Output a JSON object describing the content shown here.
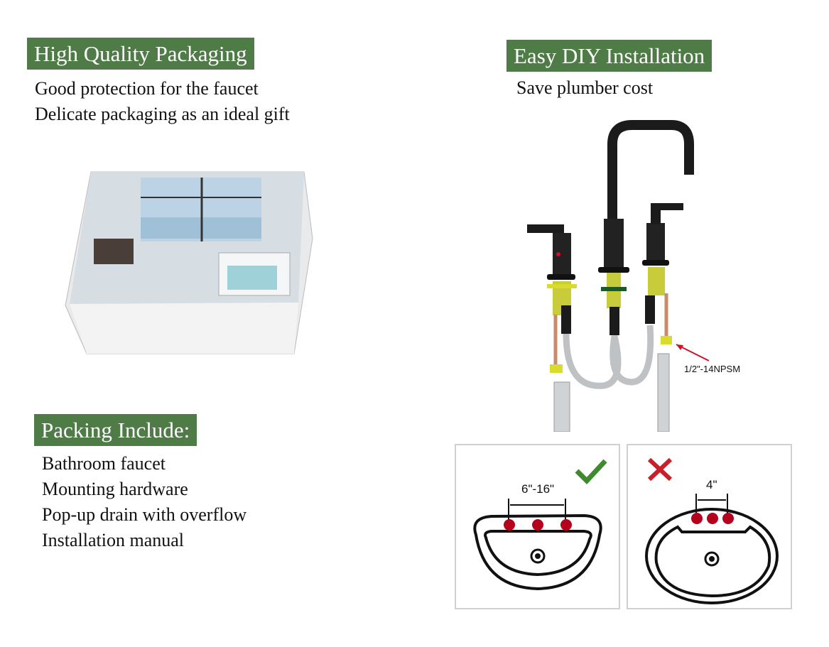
{
  "packaging": {
    "title": "High Quality Packaging",
    "lines": [
      "Good protection for the faucet",
      "Delicate packaging as an ideal gift"
    ]
  },
  "packing_include": {
    "title": "Packing Include:",
    "items": [
      "Bathroom faucet",
      "Mounting hardware",
      "Pop-up drain with overflow",
      "Installation manual"
    ]
  },
  "installation": {
    "title": "Easy DIY Installation",
    "subtitle": "Save plumber cost",
    "thread_label": "1/2\"-14NPSM"
  },
  "compatibility": {
    "good_spacing": "6\"-16\"",
    "bad_spacing": "4\""
  },
  "colors": {
    "banner": "#4f7b47",
    "check": "#3f8a2f",
    "cross": "#c8202a",
    "hole": "#b5001e"
  }
}
